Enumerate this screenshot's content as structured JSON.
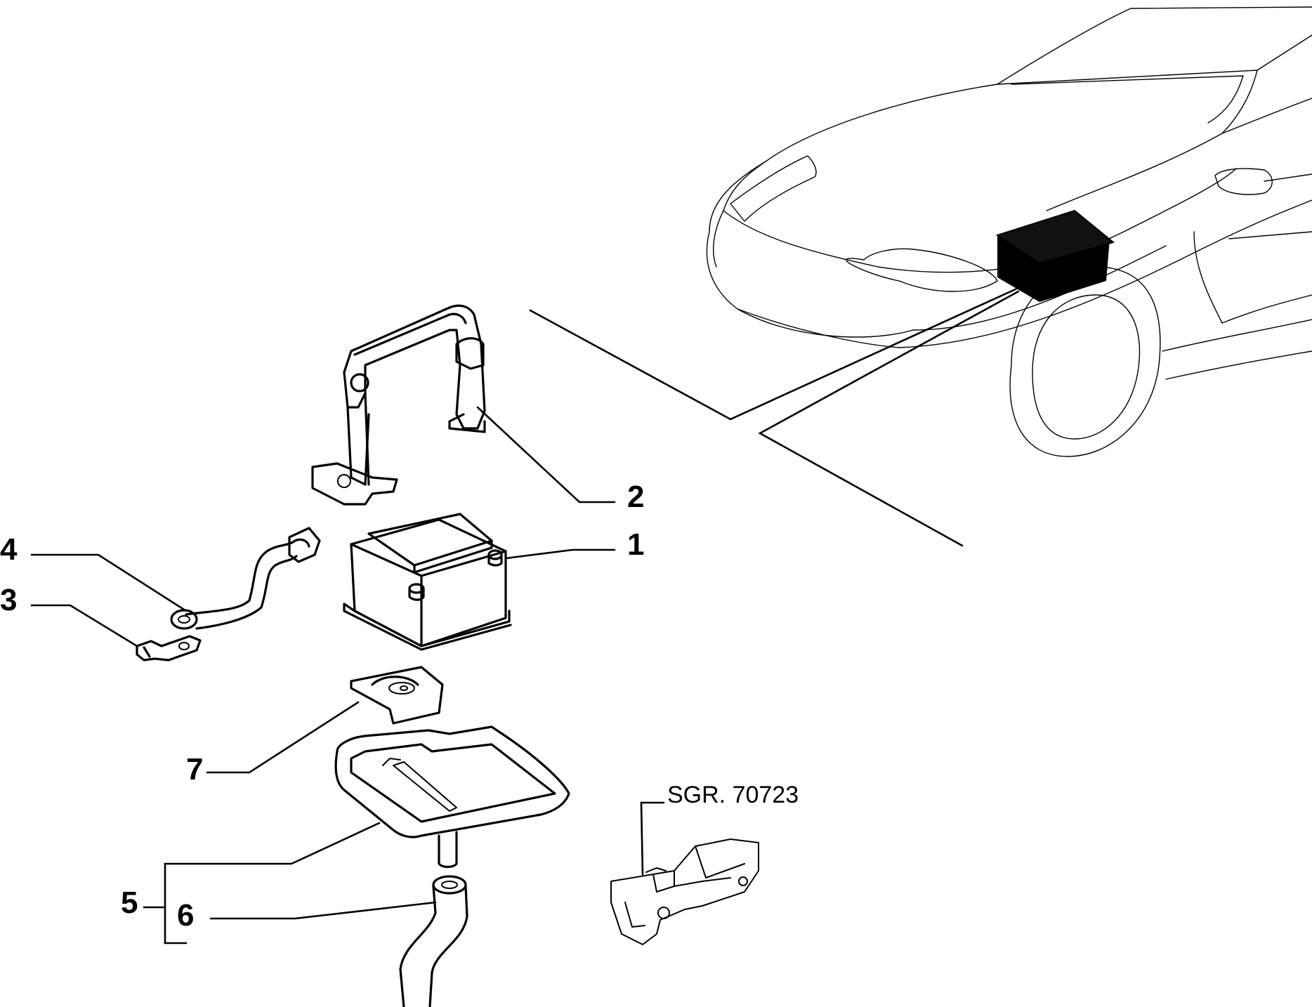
{
  "callouts": {
    "c1": "1",
    "c2": "2",
    "c3": "3",
    "c4": "4",
    "c5": "5",
    "c6": "6",
    "c7": "7"
  },
  "reference": {
    "text": "SGR. 70723"
  },
  "colors": {
    "ink": "#000000",
    "paper": "#ffffff"
  }
}
